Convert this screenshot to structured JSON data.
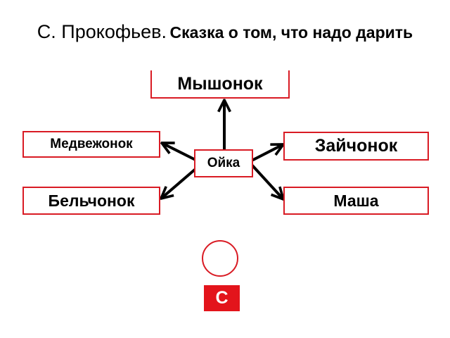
{
  "title": {
    "author": "С. Прокофьев.",
    "work": "Сказка о том, что надо дарить"
  },
  "nodes": {
    "center": "Ойка",
    "top": "Мышонок",
    "left_top": "Медвежонок",
    "left_bottom": "Бельчонок",
    "right_top": "Зайчонок",
    "right_bottom": "Маша"
  },
  "badge": {
    "letter": "С"
  },
  "colors": {
    "accent": "#d91b24",
    "badge": "#e3141b",
    "arrow": "#000000"
  }
}
